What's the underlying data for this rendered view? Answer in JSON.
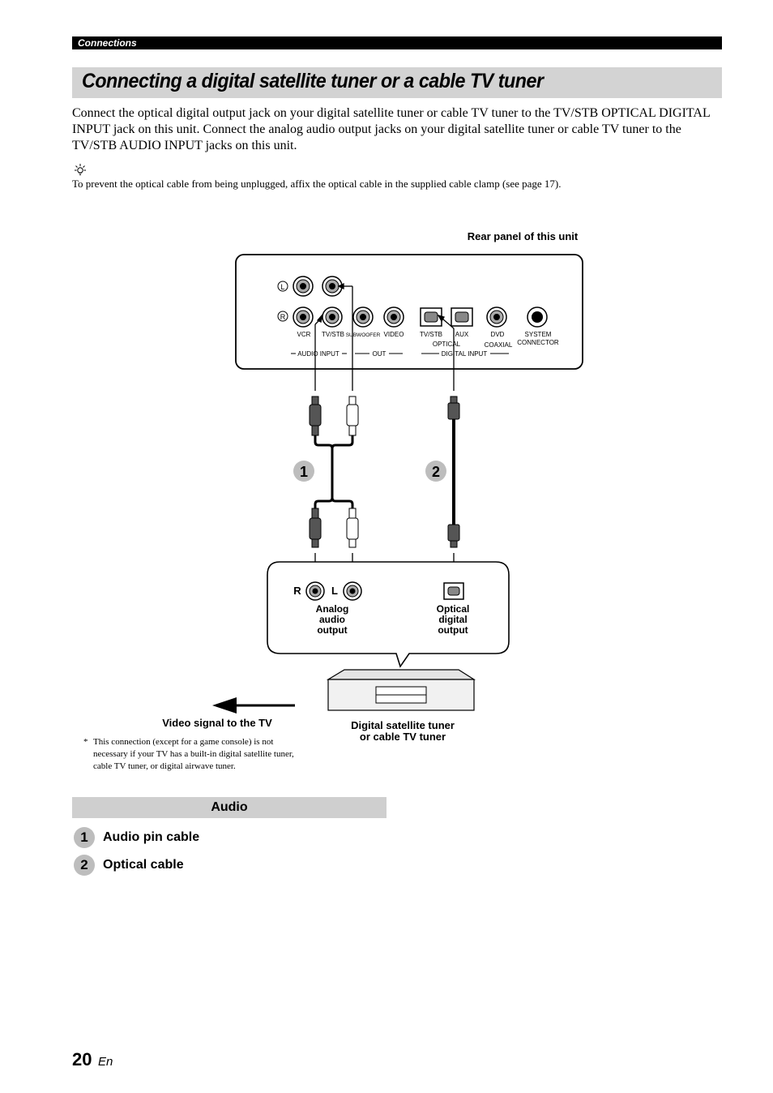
{
  "header": {
    "section": "Connections"
  },
  "title": "Connecting a digital satellite tuner or a cable TV tuner",
  "intro": "Connect the optical digital output jack on your digital satellite tuner or cable TV tuner to the TV/STB OPTICAL DIGITAL INPUT jack on this unit. Connect the analog audio output jacks on your digital satellite tuner or cable TV tuner to the TV/STB AUDIO INPUT jacks on this unit.",
  "tip": {
    "icon": "lightbulb-icon",
    "text": "To prevent the optical cable from being unplugged, affix the optical cable in the supplied cable clamp (see page 17)."
  },
  "diagram": {
    "rear_panel_label": "Rear panel of this unit",
    "channel_marks": [
      "L",
      "R"
    ],
    "jack_labels": {
      "vcr": "VCR",
      "tv_stb": "TV/STB",
      "subwoofer": "SUBWOOFER",
      "video": "VIDEO",
      "tv_stb_opt": "TV/STB",
      "aux": "AUX",
      "dvd": "DVD",
      "system": "SYSTEM",
      "connector": "CONNECTOR",
      "optical": "OPTICAL",
      "coaxial": "COAXIAL"
    },
    "group_labels": {
      "audio_input": "AUDIO INPUT",
      "out": "OUT",
      "digital_input": "DIGITAL INPUT"
    },
    "cable_numbers": [
      "1",
      "2"
    ],
    "device_jacks": {
      "r": "R",
      "l": "L",
      "analog": [
        "Analog",
        "audio",
        "output"
      ],
      "optical": [
        "Optical",
        "digital",
        "output"
      ]
    },
    "video_signal_label": "Video signal to the TV",
    "tuner_label": [
      "Digital satellite tuner",
      "or cable TV tuner"
    ]
  },
  "footnote": {
    "marker": "*",
    "text": "This connection (except for a game console) is not necessary if your TV has a built-in digital satellite tuner, cable TV tuner, or digital airwave tuner."
  },
  "legend": {
    "title": "Audio",
    "items": [
      {
        "num": "1",
        "label": "Audio pin cable"
      },
      {
        "num": "2",
        "label": "Optical cable"
      }
    ]
  },
  "footer": {
    "page": "20",
    "lang": "En"
  }
}
